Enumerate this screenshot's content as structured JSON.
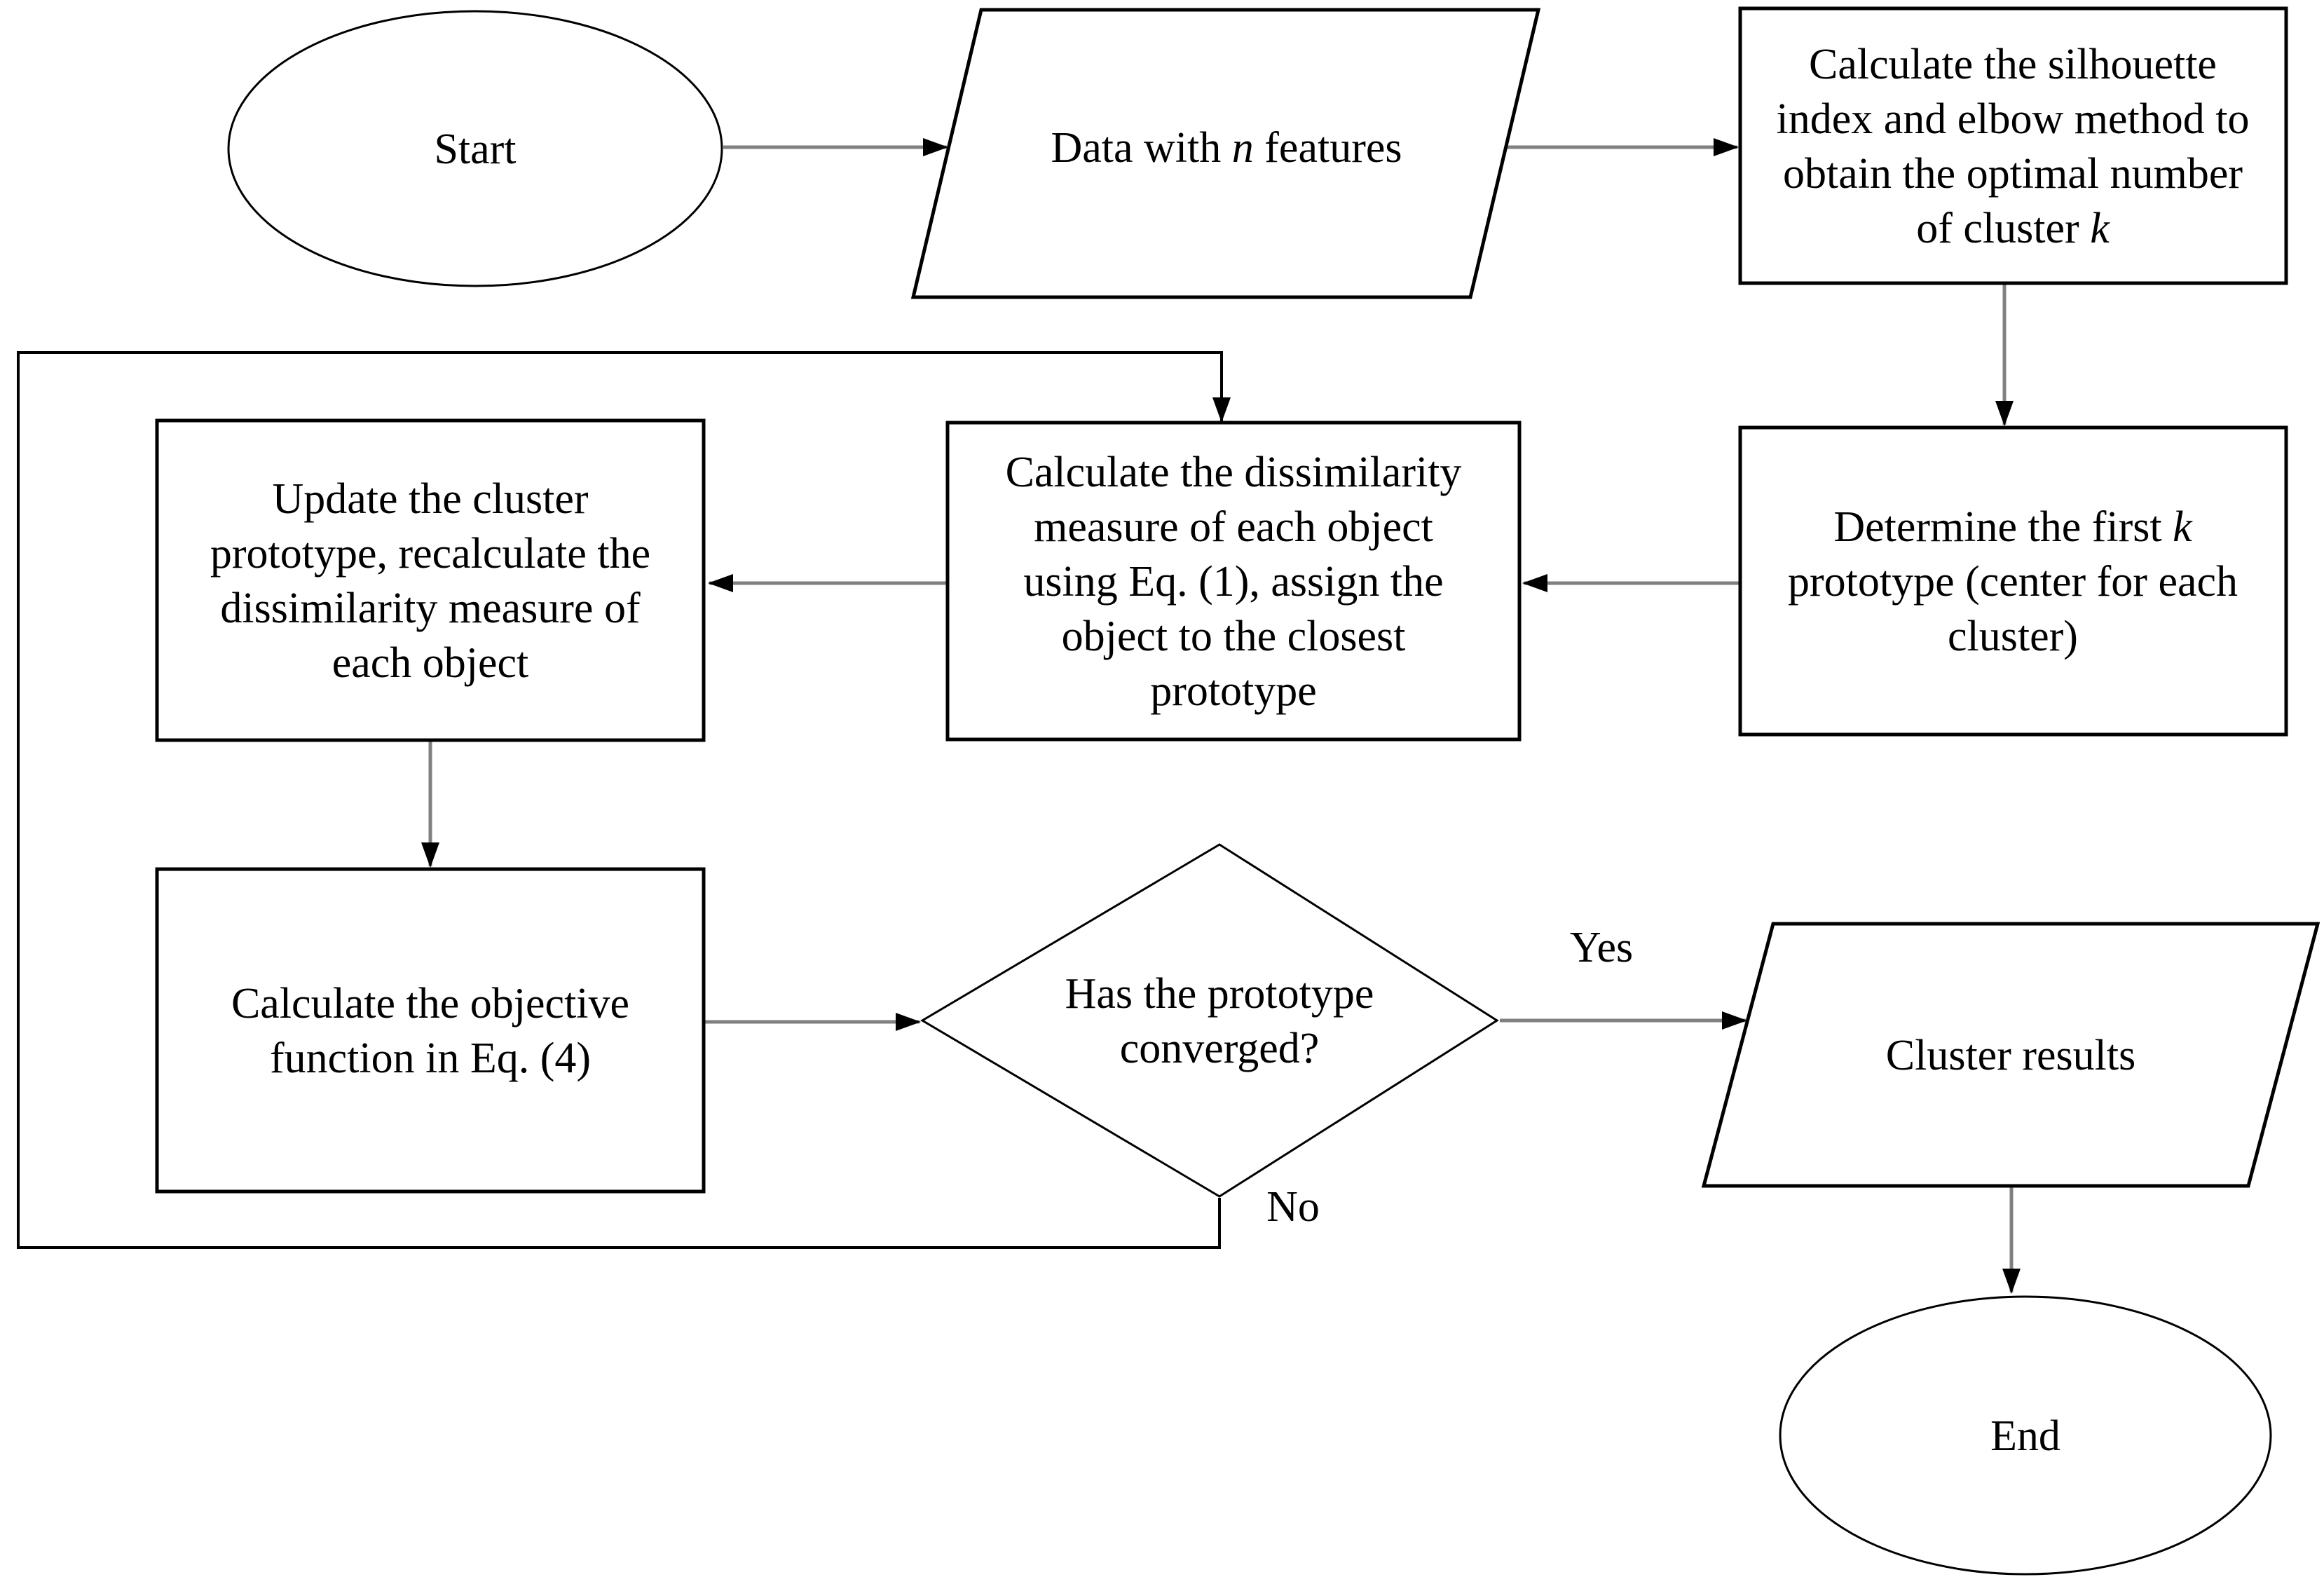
{
  "colors": {
    "background": "#ffffff",
    "shape_fill": "#ffffff",
    "shape_border": "#000000",
    "text": "#000000",
    "connector": "#808080",
    "loop_line": "#000000",
    "arrowhead": "#000000"
  },
  "nodes": {
    "start": {
      "shape": "ellipse",
      "label": "Start"
    },
    "data_input": {
      "shape": "parallelogram",
      "parts": [
        "Data with ",
        "n",
        " features"
      ]
    },
    "silhouette": {
      "shape": "rectangle",
      "lines": [
        "Calculate the silhouette",
        "index and elbow method to",
        "obtain the optimal number"
      ],
      "tail": [
        "of cluster ",
        "k"
      ]
    },
    "determine": {
      "shape": "rectangle",
      "head": [
        "Determine the first ",
        "k"
      ],
      "lines": [
        "prototype (center for each",
        "cluster)"
      ]
    },
    "dissimilarity": {
      "shape": "rectangle",
      "lines": [
        "Calculate the dissimilarity",
        "measure of each object",
        "using Eq. (1), assign the",
        "object to the closest",
        "prototype"
      ]
    },
    "update": {
      "shape": "rectangle",
      "lines": [
        "Update the cluster",
        "prototype, recalculate the",
        "dissimilarity measure of",
        "each object"
      ]
    },
    "objective": {
      "shape": "rectangle",
      "lines": [
        "Calculate the objective",
        "function in Eq. (4)"
      ]
    },
    "decision": {
      "shape": "diamond",
      "lines": [
        "Has the prototype",
        "converged?"
      ]
    },
    "results": {
      "shape": "parallelogram",
      "label": "Cluster results"
    },
    "end": {
      "shape": "ellipse",
      "label": "End"
    }
  },
  "edge_labels": {
    "yes": "Yes",
    "no": "No"
  }
}
